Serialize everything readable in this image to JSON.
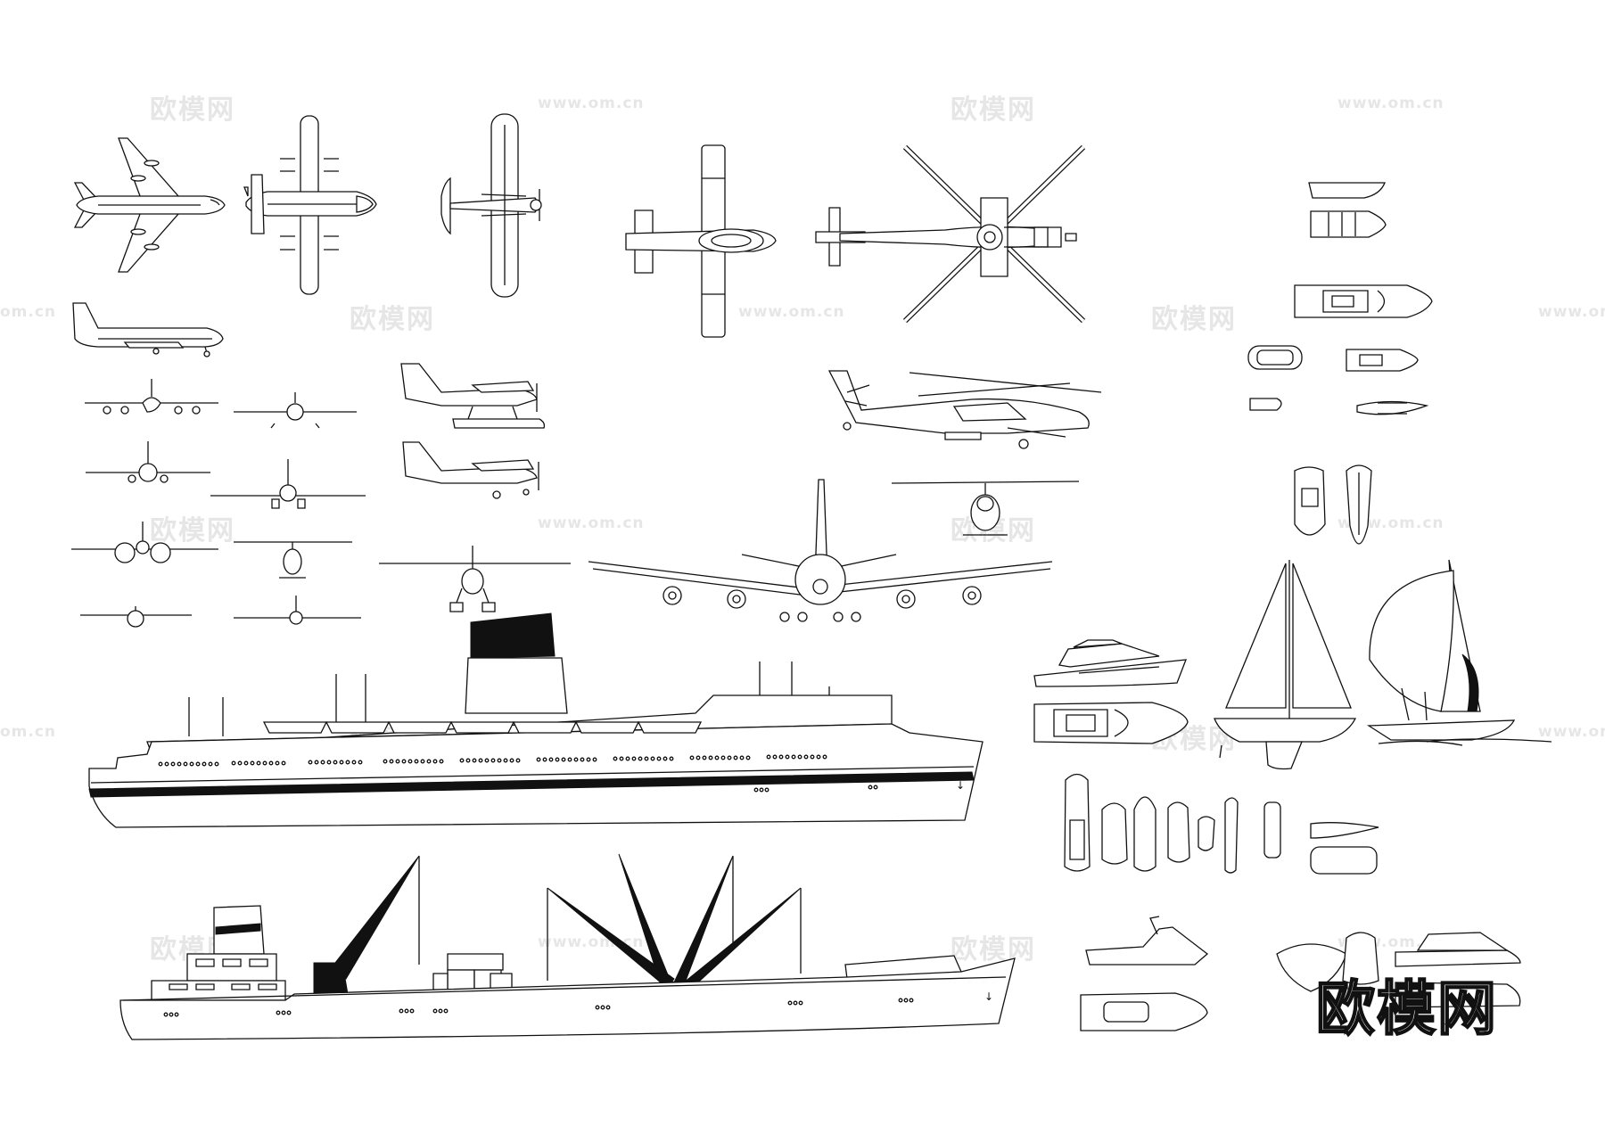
{
  "watermarks": [
    {
      "text": "欧模网",
      "kind": "cn"
    },
    {
      "text": "www.om.cn",
      "kind": "url"
    },
    {
      "text": "欧模网",
      "kind": "cn"
    },
    {
      "text": "www.om.cn",
      "kind": "url"
    },
    {
      "text": "om.cn",
      "kind": "url"
    },
    {
      "text": "欧模网",
      "kind": "cn"
    },
    {
      "text": "www.om.cn",
      "kind": "url"
    },
    {
      "text": "欧模网",
      "kind": "cn"
    },
    {
      "text": "www.om.cn",
      "kind": "url"
    },
    {
      "text": "欧模网",
      "kind": "cn"
    },
    {
      "text": "www.om.cn",
      "kind": "url"
    },
    {
      "text": "欧模网",
      "kind": "cn"
    },
    {
      "text": "www.om.cn",
      "kind": "url"
    },
    {
      "text": "om.cn",
      "kind": "url"
    },
    {
      "text": "欧模网",
      "kind": "cn"
    },
    {
      "text": "www.om.cn",
      "kind": "url"
    },
    {
      "text": "欧模网",
      "kind": "cn"
    },
    {
      "text": "www.om.cn",
      "kind": "url"
    },
    {
      "text": "欧模网",
      "kind": "cn"
    },
    {
      "text": "www.om.cn",
      "kind": "url"
    },
    {
      "text": "欧模网",
      "kind": "cn"
    },
    {
      "text": "www.om.cn",
      "kind": "url"
    }
  ],
  "brand_logo": "欧模网",
  "drawing": {
    "style": "black line-art CAD blocks on white",
    "stroke_color": "#111111",
    "background_color": "#ffffff",
    "groups": {
      "aircraft_top_views": [
        "jumbo-jet-icon",
        "cargo-plane-icon",
        "high-wing-plane-icon",
        "light-plane-icon",
        "attack-helicopter-icon"
      ],
      "aircraft_side_views": [
        "airliner-icon",
        "floatplane-icon",
        "cessna-icon",
        "apache-helicopter-icon"
      ],
      "aircraft_front_views": [
        "front-plane-icon",
        "front-helicopter-icon",
        "jumbo-jet-front-icon"
      ],
      "ships": [
        "ocean-liner-icon",
        "cargo-ship-icon"
      ],
      "small_boats": [
        "rowboat-icon",
        "speedboat-icon",
        "dinghy-icon",
        "canoe-icon",
        "motor-yacht-icon",
        "sailboat-icon",
        "spinnaker-sailboat-icon",
        "jet-ski-icon"
      ]
    }
  }
}
